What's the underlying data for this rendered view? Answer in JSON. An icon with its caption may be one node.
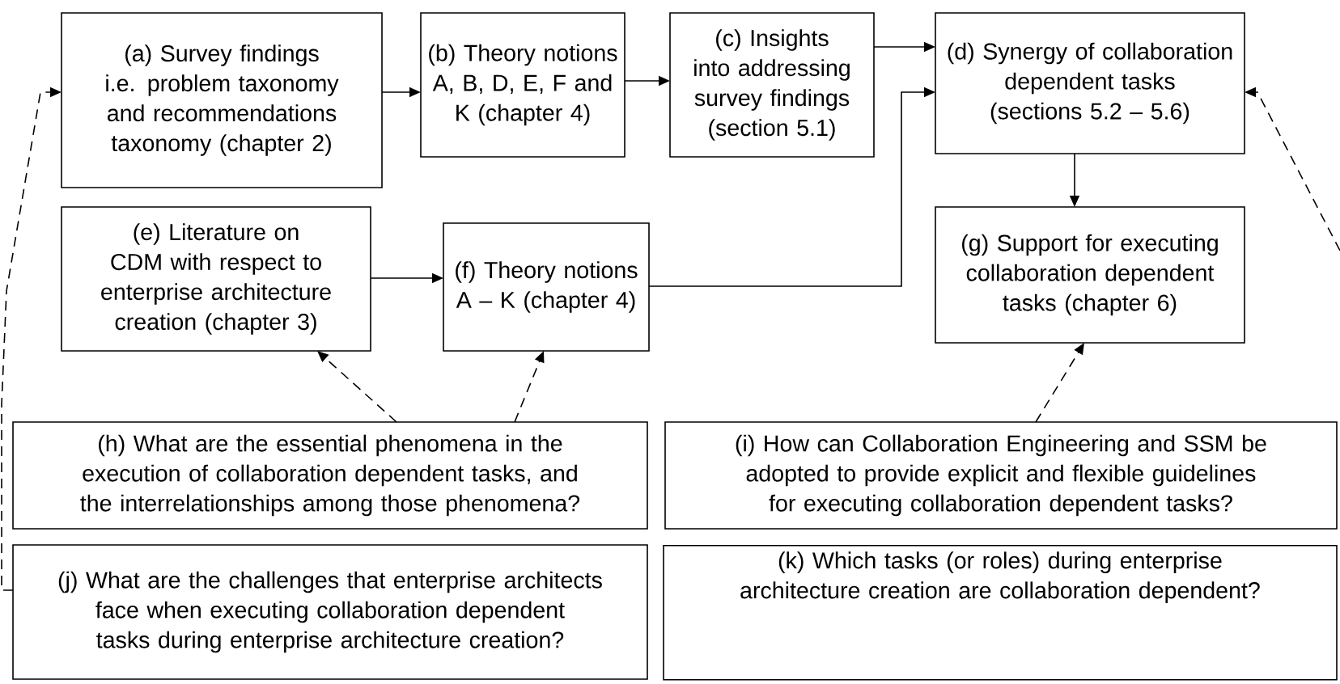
{
  "diagram": {
    "nodes": [
      {
        "text": [
          "(a) Survey findings i.e. problem taxonomy and recommendations taxonomy (chapter 2)"
        ]
      },
      {
        "text": [
          "(b) Theory notions A, B, D, E, F and K (chapter 4)"
        ]
      },
      {
        "text": [
          "(c) Insights into addressing survey findings (section 5.1)"
        ]
      },
      {
        "text": [
          "(d) Synergy of collaboration dependent tasks (sections 5.2 – 5.6)"
        ]
      },
      {
        "text": [
          "(e) Literature on CDM with respect to enterprise architecture creation (chapter 3)"
        ]
      },
      {
        "text": [
          "(f) Theory notions A – K (chapter 4)"
        ]
      },
      {
        "text": [
          "(g) Support for executing collaboration dependent tasks (chapter 6)"
        ]
      },
      {
        "text": [
          "(h) What are the essential phenomena in the execution of collaboration dependent tasks, and the interrelationships among those phenomena?"
        ]
      },
      {
        "text": [
          "(i) How can Collaboration Engineering and SSM be adopted to provide explicit and flexible guidelines for executing collaboration dependent tasks?"
        ]
      },
      {
        "text": [
          "(j) What are the challenges that enterprise architects face when executing collaboration dependent tasks during enterprise architecture creation?"
        ]
      },
      {
        "text": [
          "(k) Which tasks (or roles) during enterprise architecture creation are collaboration dependent?"
        ]
      }
    ],
    "edges": [
      {
        "from": 0,
        "to": 1,
        "arrow": "to"
      },
      {
        "from": 1,
        "to": 2,
        "arrow": "to"
      },
      {
        "from": 2,
        "to": 3,
        "arrow": "to"
      },
      {
        "from": 4,
        "to": 5,
        "arrow": "to"
      },
      {
        "from": 5,
        "to": 3,
        "arrow": "to"
      },
      {
        "from": 3,
        "to": 6,
        "arrow": "to"
      },
      {
        "from": 7,
        "to": 4,
        "arrow": "to",
        "style": "dashed"
      },
      {
        "from": 7,
        "to": 5,
        "arrow": "to",
        "style": "dashed"
      },
      {
        "from": 8,
        "to": 6,
        "arrow": "to",
        "style": "dashed"
      },
      {
        "from": 9,
        "to": 0,
        "arrow": "to",
        "style": "dashed"
      },
      {
        "from": null,
        "to": 3,
        "arrow": "to",
        "style": "dashed"
      }
    ]
  }
}
